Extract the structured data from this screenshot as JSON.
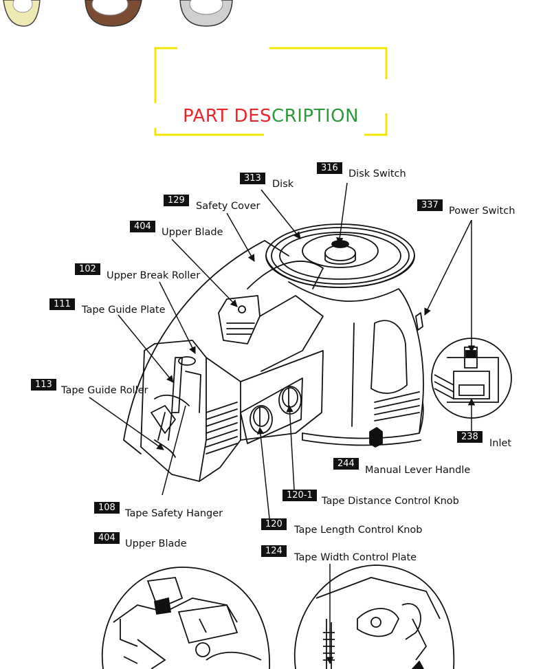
{
  "title": {
    "part1": "PART DES",
    "part2": "CRIPTION"
  },
  "callouts": [
    {
      "id": "313",
      "label": "Disk"
    },
    {
      "id": "316",
      "label": "Disk Switch"
    },
    {
      "id": "129",
      "label": "Safety Cover"
    },
    {
      "id": "337",
      "label": "Power Switch"
    },
    {
      "id": "404",
      "label": "Upper Blade"
    },
    {
      "id": "102",
      "label": "Upper Break Roller"
    },
    {
      "id": "111",
      "label": "Tape Guide Plate"
    },
    {
      "id": "113",
      "label": "Tape Guide Roller"
    },
    {
      "id": "238",
      "label": "Inlet"
    },
    {
      "id": "244",
      "label": "Manual Lever Handle"
    },
    {
      "id": "120-1",
      "label": "Tape Distance Control Knob"
    },
    {
      "id": "108",
      "label": "Tape Safety Hanger"
    },
    {
      "id": "120",
      "label": "Tape Length Control Knob"
    },
    {
      "id": "404",
      "label": "Upper Blade"
    },
    {
      "id": "124",
      "label": "Tape Width Control Plate"
    }
  ],
  "colors": {
    "frame": "#f2e600",
    "title_red": "#e8262b",
    "title_green": "#2c9a3c",
    "badge": "#111111"
  }
}
